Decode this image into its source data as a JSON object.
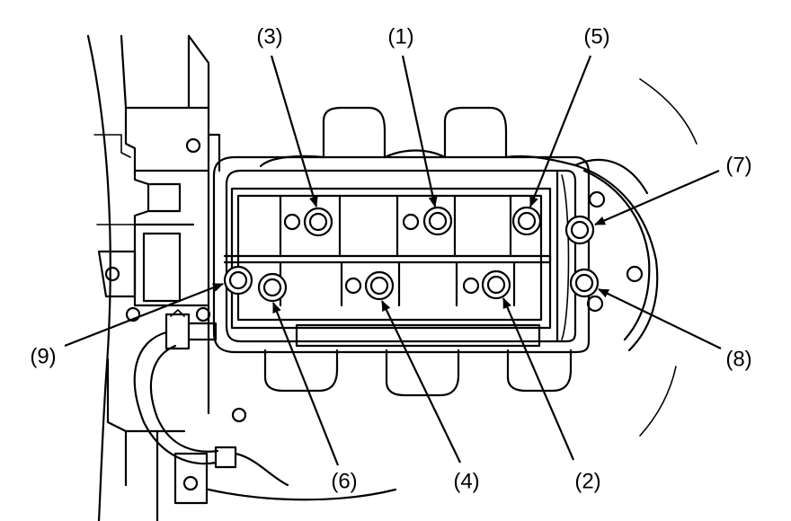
{
  "callouts": [
    {
      "id": "1",
      "label": "(1)"
    },
    {
      "id": "2",
      "label": "(2)"
    },
    {
      "id": "3",
      "label": "(3)"
    },
    {
      "id": "4",
      "label": "(4)"
    },
    {
      "id": "5",
      "label": "(5)"
    },
    {
      "id": "6",
      "label": "(6)"
    },
    {
      "id": "7",
      "label": "(7)"
    },
    {
      "id": "8",
      "label": "(8)"
    },
    {
      "id": "9",
      "label": "(9)"
    }
  ]
}
